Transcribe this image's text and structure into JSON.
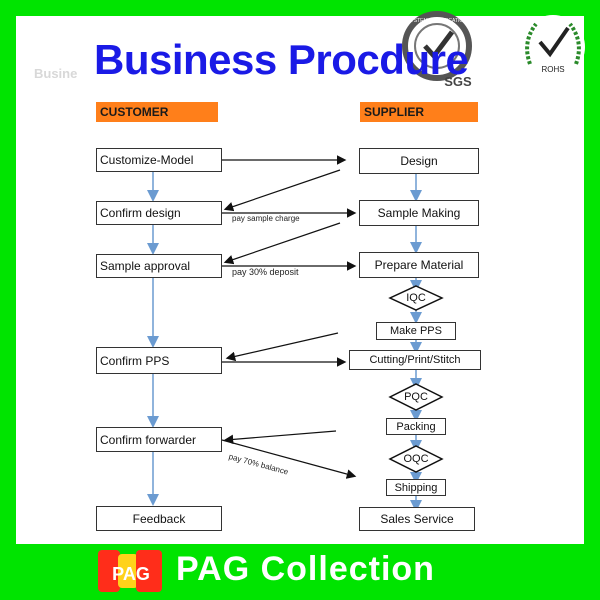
{
  "title": "Business Procdure",
  "ghost_text": "Busine",
  "columns": {
    "customer_header": "CUSTOMER",
    "supplier_header": "SUPPLIER"
  },
  "customer_steps": [
    "Customize-Model",
    "Confirm design",
    "Sample approval",
    "Confirm PPS",
    "Confirm forwarder",
    "Feedback"
  ],
  "supplier_steps": {
    "design": "Design",
    "sample_making": "Sample Making",
    "prepare_material": "Prepare Material",
    "iqc": "IQC",
    "make_pps": "Make PPS",
    "cutting": "Cutting/Print/Stitch",
    "pqc": "PQC",
    "packing": "Packing",
    "oqc": "OQC",
    "shipping": "Shipping",
    "sales_service": "Sales Service"
  },
  "notes": {
    "pay_sample": "pay sample charge",
    "pay_deposit": "pay 30% deposit",
    "pay_balance": "pay 70% balance"
  },
  "badges": {
    "sgs": "SGS",
    "system_cert": "SYSTEM CERTIFICATION",
    "rohs": "ROHS"
  },
  "footer": {
    "brand": "PAG Collection",
    "logo_text": "PAG"
  },
  "colors": {
    "background": "#00e400",
    "title": "#1a1ae6",
    "header": "#ff7f1a",
    "arrow_blue": "#6b9bd1"
  }
}
